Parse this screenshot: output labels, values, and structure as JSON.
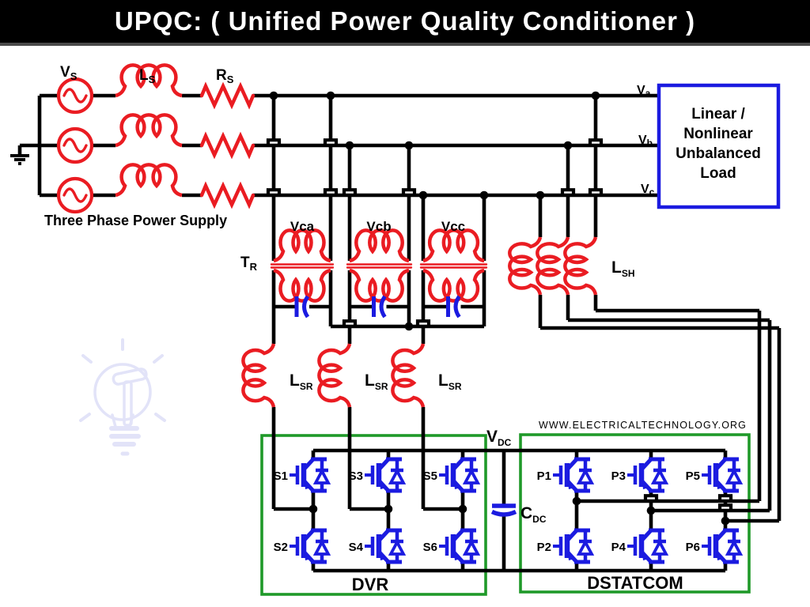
{
  "title": "UPQC: ( Unified Power Quality Conditioner )",
  "watermark": "WWW.ELECTRICALTECHNOLOGY.ORG",
  "colors": {
    "wire": "#000000",
    "component_red": "#ea1c22",
    "component_blue": "#1b1be0",
    "converter_green": "#1f9929",
    "load_border": "#1b1be0",
    "watermark_gray": "#a4a9b3",
    "bulb_watermark": "#e2e3f8",
    "title_bg": "#000000",
    "title_fg": "#ffffff"
  },
  "supply": {
    "caption": "Three Phase Power Supply",
    "source_label": {
      "main": "V",
      "sub": "S"
    },
    "inductor_label": {
      "main": "L",
      "sub": "S"
    },
    "resistor_label": {
      "main": "R",
      "sub": "S"
    }
  },
  "load": {
    "lines": [
      "Linear /",
      "Nonlinear",
      "Unbalanced",
      "Load"
    ],
    "phase_labels": [
      {
        "main": "V",
        "sub": "a"
      },
      {
        "main": "V",
        "sub": "b"
      },
      {
        "main": "V",
        "sub": "c"
      }
    ]
  },
  "series_transformer": {
    "label": {
      "main": "T",
      "sub": "R"
    },
    "winding_labels": [
      "Vca",
      "Vcb",
      "Vcc"
    ]
  },
  "series_inductor_label": {
    "main": "L",
    "sub": "SR"
  },
  "shunt_inductor_label": {
    "main": "L",
    "sub": "SH"
  },
  "dc_link": {
    "voltage_label": {
      "main": "V",
      "sub": "DC"
    },
    "capacitor_label": {
      "main": "C",
      "sub": "DC"
    }
  },
  "dvr": {
    "label": "DVR",
    "switches": [
      "S1",
      "S2",
      "S3",
      "S4",
      "S5",
      "S6"
    ]
  },
  "dstatcom": {
    "label": "DSTATCOM",
    "switches": [
      "P1",
      "P2",
      "P3",
      "P4",
      "P5",
      "P6"
    ]
  }
}
